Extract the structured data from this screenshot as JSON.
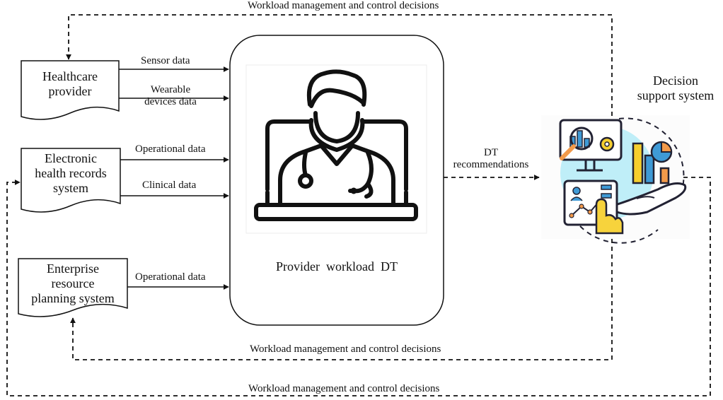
{
  "nodes": {
    "healthcare_provider": [
      "Healthcare",
      "provider"
    ],
    "ehr": [
      "Electronic",
      "health records",
      "system"
    ],
    "erp": [
      "Enterprise",
      "resource",
      "planning system"
    ],
    "dt_label": "Provider  workload  DT",
    "dss": [
      "Decision",
      "support system"
    ]
  },
  "edges": {
    "sensor": "Sensor data",
    "wearable": [
      "Wearable",
      "devices data"
    ],
    "operational_ehr": "Operational data",
    "clinical": "Clinical data",
    "operational_erp": "Operational data",
    "dt_recommendations": [
      "DT",
      "recommendations"
    ]
  },
  "feedback": {
    "top": "Workload management and control decisions",
    "middle": "Workload management and control decisions",
    "bottom": "Workload management and control decisions"
  },
  "colors": {
    "stroke": "#111111",
    "icon_bg_circle": "#bfeef8",
    "chart_orange": "#f39a4a",
    "chart_yellow": "#f6cf2e",
    "chart_blue": "#3f9ad6",
    "hand_yellow": "#f7d33c"
  },
  "icons": {
    "doctor": "doctor-laptop-icon",
    "dss": "analytics-dashboard-icon"
  }
}
